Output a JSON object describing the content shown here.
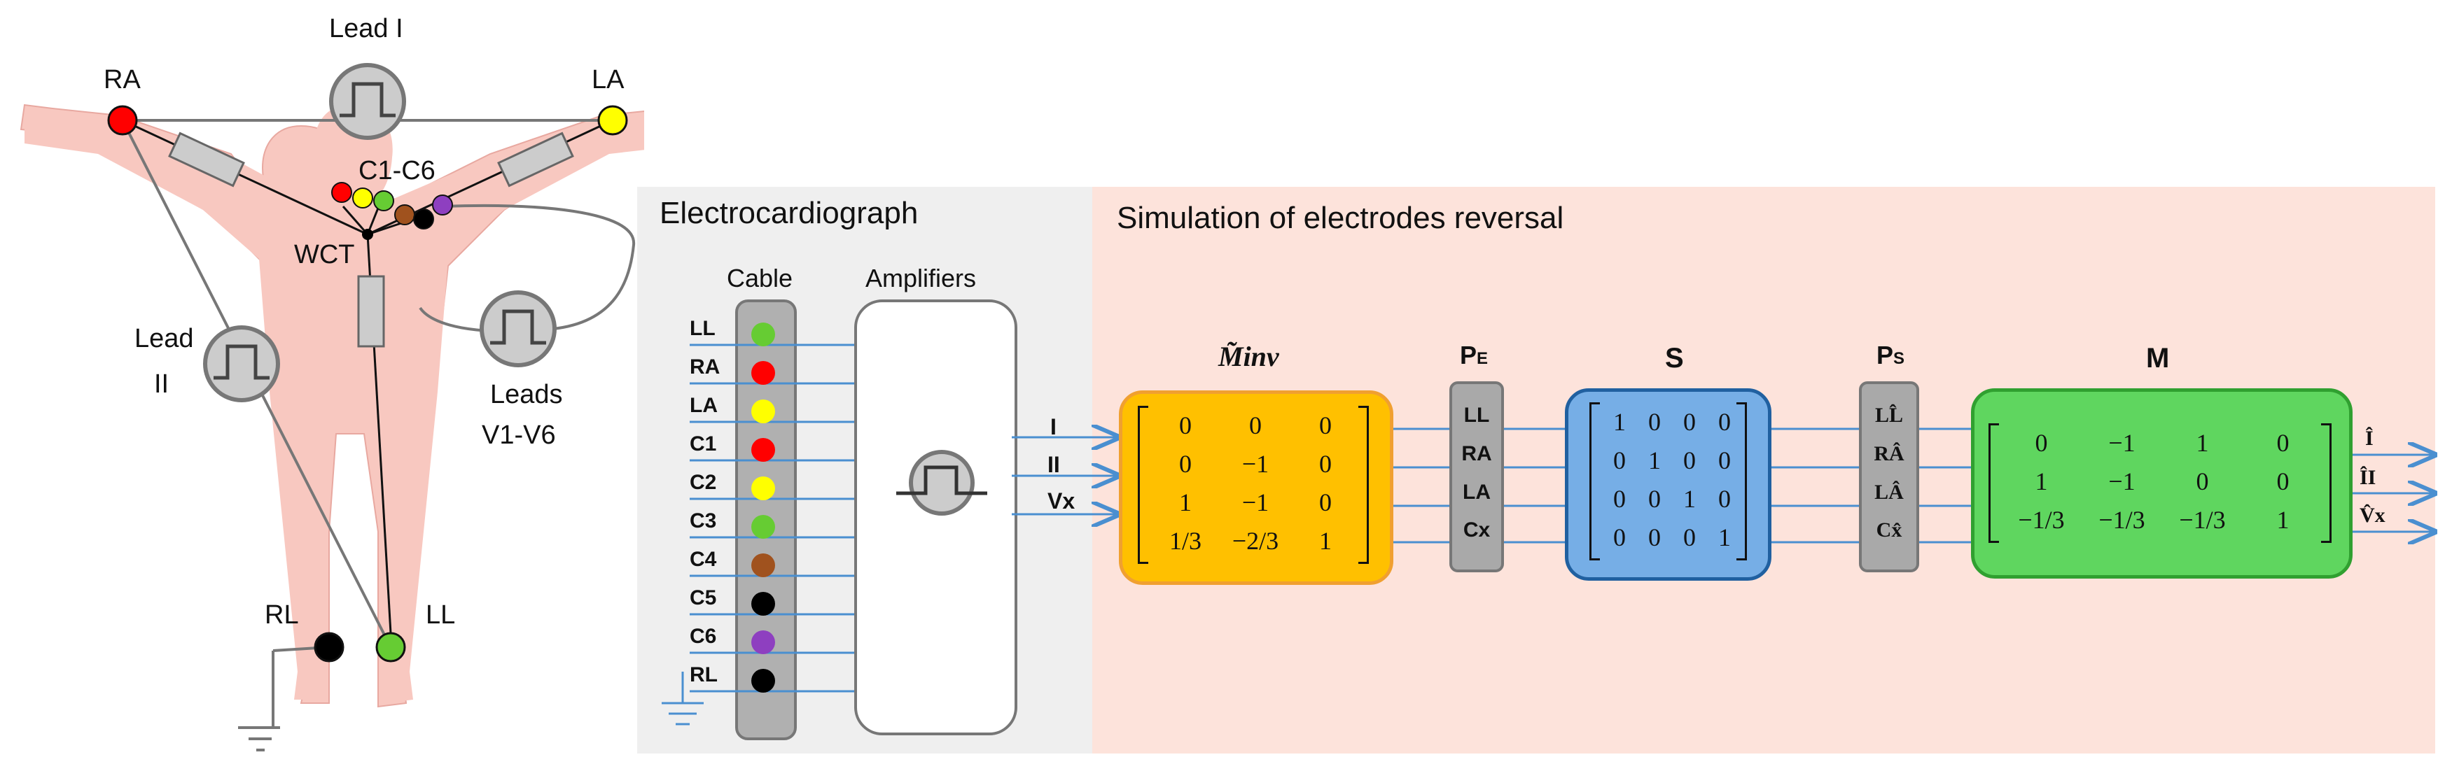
{
  "body_figure": {
    "lead_labels": {
      "lead1": "Lead I",
      "lead2_line1": "Lead",
      "lead2_line2": "II",
      "leads_v_line1": "Leads",
      "leads_v_line2": "V1-V6"
    },
    "electrodes": {
      "ra": "RA",
      "la": "LA",
      "rl": "RL",
      "ll": "LL",
      "chest": "C1-C6",
      "wct": "WCT"
    },
    "colors": {
      "skin": "#f8c8c0",
      "red": "#ff0000",
      "yellow": "#ffff00",
      "green": "#66cc33",
      "brown": "#a0521e",
      "black": "#000000",
      "purple": "#8e3fc0",
      "resistor": "#cccccc"
    }
  },
  "electrocardiograph": {
    "title": "Electrocardiograph",
    "cable_title": "Cable",
    "amplifiers_title": "Amplifiers",
    "cable_items": [
      {
        "label": "LL",
        "color": "#66cc33"
      },
      {
        "label": "RA",
        "color": "#ff0000"
      },
      {
        "label": "LA",
        "color": "#ffff00"
      },
      {
        "label": "C1",
        "color": "#ff0000"
      },
      {
        "label": "C2",
        "color": "#ffff00"
      },
      {
        "label": "C3",
        "color": "#66cc33"
      },
      {
        "label": "C4",
        "color": "#a0521e"
      },
      {
        "label": "C5",
        "color": "#000000"
      },
      {
        "label": "C6",
        "color": "#8e3fc0"
      },
      {
        "label": "RL",
        "color": "#000000"
      }
    ],
    "outputs": [
      "I",
      "II",
      "Vx"
    ],
    "colors": {
      "panel_bg": "#efefef",
      "cable_fill": "#b0b0b0",
      "wire": "#4a8fd0"
    }
  },
  "simulation": {
    "title": "Simulation of electrodes reversal",
    "bg_color": "#fde3db",
    "m_inv": {
      "label": "M̃inv",
      "fill": "#ffc000",
      "rows": [
        [
          "0",
          "0",
          "0"
        ],
        [
          "0",
          "−1",
          "0"
        ],
        [
          "1",
          "−1",
          "0"
        ],
        [
          "1/3",
          "−2/3",
          "1"
        ]
      ]
    },
    "pe": {
      "label": "PE",
      "items": [
        "LL",
        "RA",
        "LA",
        "Cx"
      ]
    },
    "s": {
      "label": "S",
      "fill": "#76aee6",
      "rows": [
        [
          "1",
          "0",
          "0",
          "0"
        ],
        [
          "0",
          "1",
          "0",
          "0"
        ],
        [
          "0",
          "0",
          "1",
          "0"
        ],
        [
          "0",
          "0",
          "0",
          "1"
        ]
      ]
    },
    "ps": {
      "label": "PS",
      "items": [
        "LL̂",
        "RÂ",
        "LÂ",
        "Cx̂"
      ]
    },
    "m": {
      "label": "M",
      "fill": "#5fd65f",
      "rows": [
        [
          "0",
          "−1",
          "1",
          "0"
        ],
        [
          "1",
          "−1",
          "0",
          "0"
        ],
        [
          "−1/3",
          "−1/3",
          "−1/3",
          "1"
        ]
      ]
    },
    "outputs": [
      "Î",
      "ÎI",
      "V̂x"
    ]
  }
}
